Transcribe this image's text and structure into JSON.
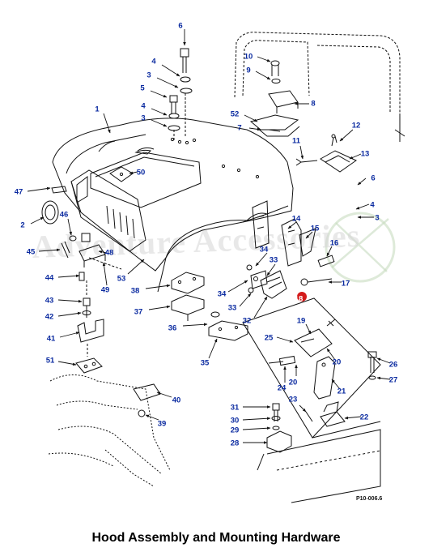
{
  "diagram": {
    "caption": "Hood Assembly and Mounting Hardware",
    "figure_ref": "P10-006.6",
    "watermark": "Adventure Accessories",
    "colors": {
      "callout": "#0a2aa0",
      "line": "#111111",
      "watermark": "#d0d0d0",
      "marker": "#d41a1a"
    },
    "callouts": [
      {
        "id": "c1",
        "label": "1"
      },
      {
        "id": "c2",
        "label": "2"
      },
      {
        "id": "c3a",
        "label": "3"
      },
      {
        "id": "c3b",
        "label": "3"
      },
      {
        "id": "c3c",
        "label": "3"
      },
      {
        "id": "c4a",
        "label": "4"
      },
      {
        "id": "c4b",
        "label": "4"
      },
      {
        "id": "c4c",
        "label": "4"
      },
      {
        "id": "c5",
        "label": "5"
      },
      {
        "id": "c6a",
        "label": "6"
      },
      {
        "id": "c6b",
        "label": "6"
      },
      {
        "id": "c7",
        "label": "7"
      },
      {
        "id": "c8",
        "label": "8"
      },
      {
        "id": "c9",
        "label": "9"
      },
      {
        "id": "c10",
        "label": "10"
      },
      {
        "id": "c11",
        "label": "11"
      },
      {
        "id": "c12",
        "label": "12"
      },
      {
        "id": "c13",
        "label": "13"
      },
      {
        "id": "c14",
        "label": "14"
      },
      {
        "id": "c15",
        "label": "15"
      },
      {
        "id": "c16",
        "label": "16"
      },
      {
        "id": "c17",
        "label": "17"
      },
      {
        "id": "c18",
        "label": "18"
      },
      {
        "id": "c19",
        "label": "19"
      },
      {
        "id": "c20a",
        "label": "20"
      },
      {
        "id": "c20b",
        "label": "20"
      },
      {
        "id": "c21",
        "label": "21"
      },
      {
        "id": "c22",
        "label": "22"
      },
      {
        "id": "c23",
        "label": "23"
      },
      {
        "id": "c24",
        "label": "24"
      },
      {
        "id": "c25",
        "label": "25"
      },
      {
        "id": "c26",
        "label": "26"
      },
      {
        "id": "c27",
        "label": "27"
      },
      {
        "id": "c28",
        "label": "28"
      },
      {
        "id": "c29",
        "label": "29"
      },
      {
        "id": "c30",
        "label": "30"
      },
      {
        "id": "c31",
        "label": "31"
      },
      {
        "id": "c32",
        "label": "32"
      },
      {
        "id": "c33a",
        "label": "33"
      },
      {
        "id": "c33b",
        "label": "33"
      },
      {
        "id": "c34a",
        "label": "34"
      },
      {
        "id": "c34b",
        "label": "34"
      },
      {
        "id": "c35",
        "label": "35"
      },
      {
        "id": "c36",
        "label": "36"
      },
      {
        "id": "c37",
        "label": "37"
      },
      {
        "id": "c38",
        "label": "38"
      },
      {
        "id": "c39",
        "label": "39"
      },
      {
        "id": "c40",
        "label": "40"
      },
      {
        "id": "c41",
        "label": "41"
      },
      {
        "id": "c42",
        "label": "42"
      },
      {
        "id": "c43",
        "label": "43"
      },
      {
        "id": "c44",
        "label": "44"
      },
      {
        "id": "c45",
        "label": "45"
      },
      {
        "id": "c46",
        "label": "46"
      },
      {
        "id": "c47",
        "label": "47"
      },
      {
        "id": "c48",
        "label": "48"
      },
      {
        "id": "c49",
        "label": "49"
      },
      {
        "id": "c50",
        "label": "50"
      },
      {
        "id": "c51",
        "label": "51"
      },
      {
        "id": "c52",
        "label": "52"
      },
      {
        "id": "c53",
        "label": "53"
      }
    ]
  }
}
